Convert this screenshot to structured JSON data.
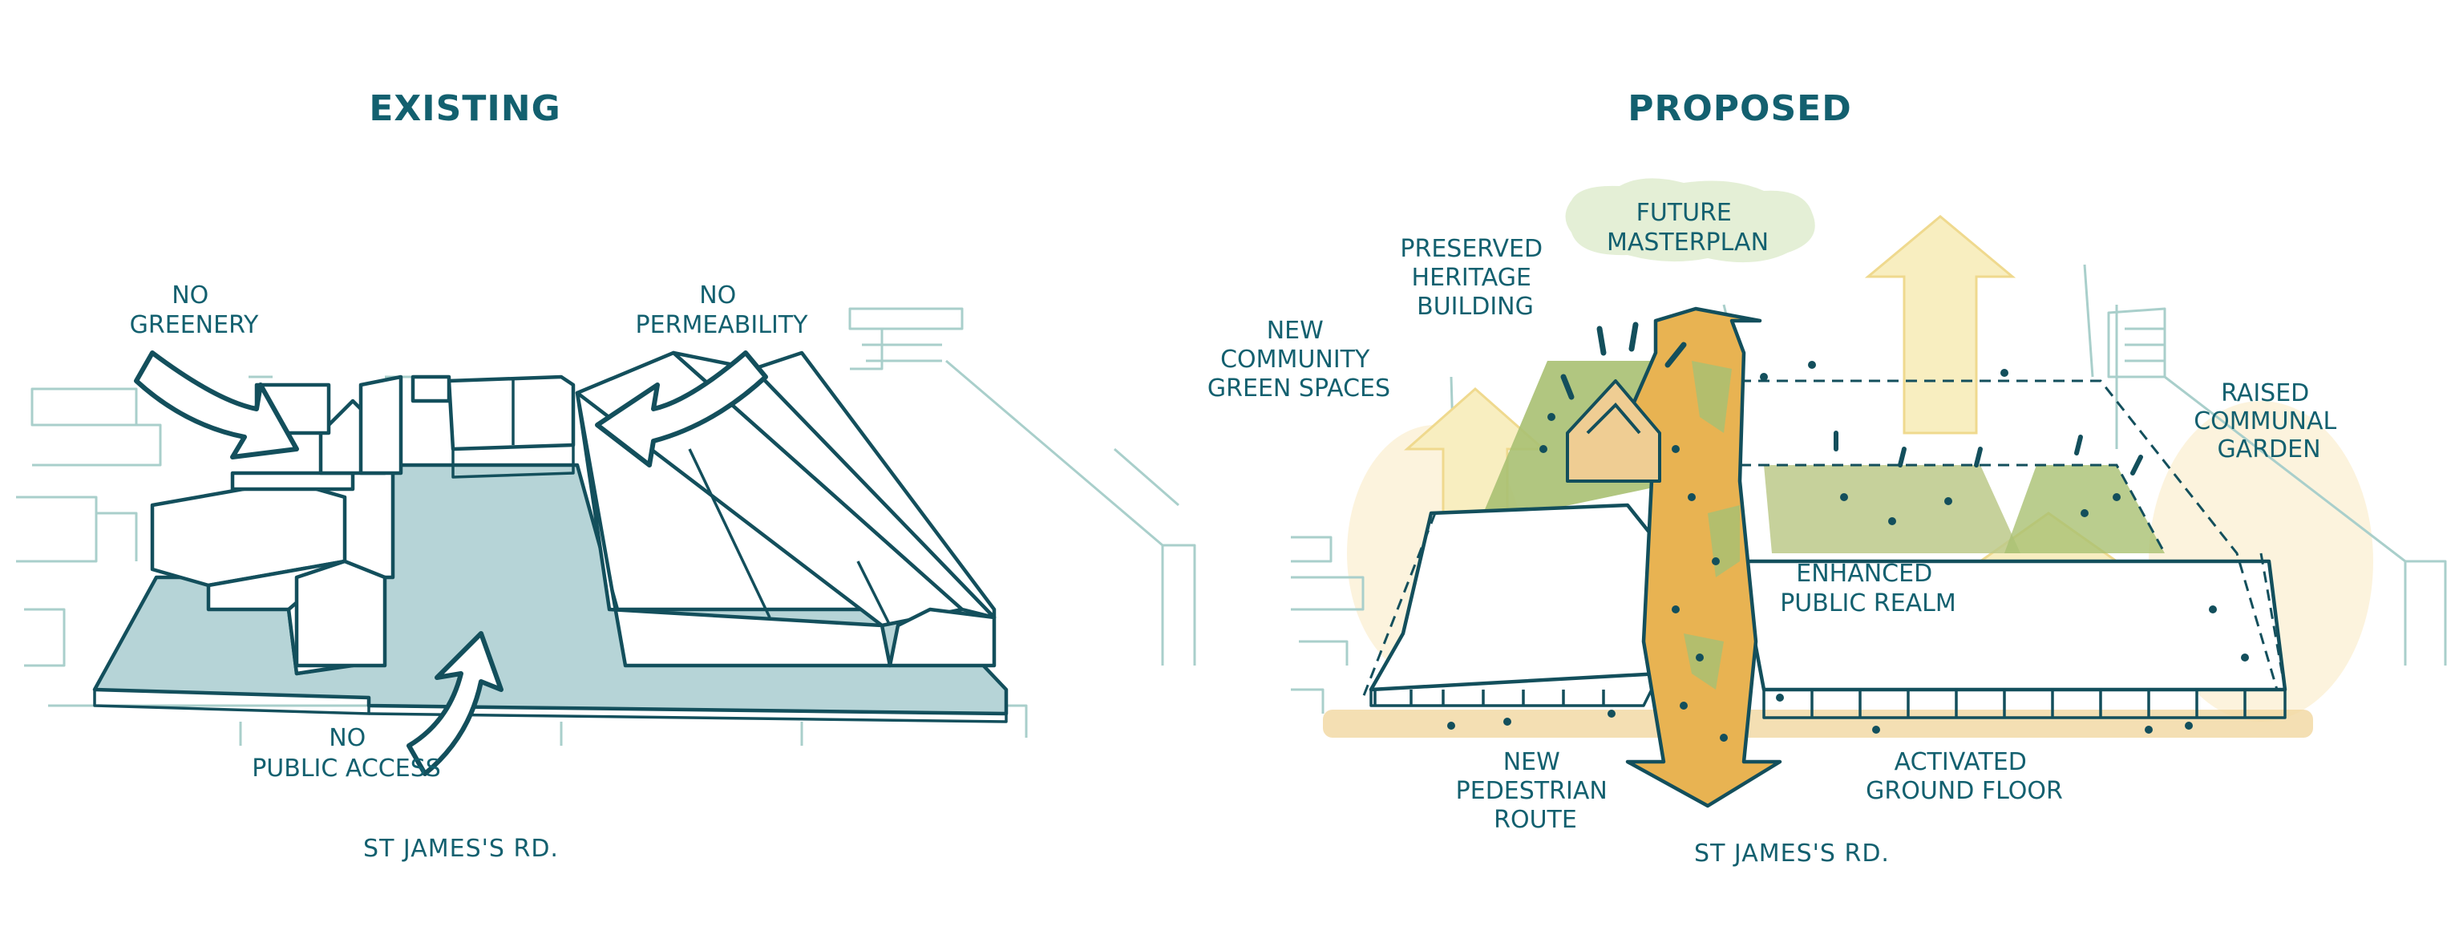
{
  "existing": {
    "title": "EXISTING",
    "labels": {
      "no_greenery": [
        "NO",
        "GREENERY"
      ],
      "no_permeability": [
        "NO",
        "PERMEABILITY"
      ],
      "no_public_access": [
        "NO",
        "PUBLIC ACCESS"
      ]
    },
    "street": "ST JAMES'S RD."
  },
  "proposed": {
    "title": "PROPOSED",
    "labels": {
      "future_masterplan": [
        "FUTURE",
        "MASTERPLAN"
      ],
      "preserved_heritage": [
        "PRESERVED",
        "HERITAGE",
        "BUILDING"
      ],
      "community_green": [
        "NEW",
        "COMMUNITY",
        "GREEN SPACES"
      ],
      "raised_garden": [
        "RAISED",
        "COMMUNAL",
        "GARDEN"
      ],
      "enhanced_realm": [
        "ENHANCED",
        "PUBLIC REALM"
      ],
      "pedestrian_route": [
        "NEW",
        "PEDESTRIAN",
        "ROUTE"
      ],
      "activated_ground": [
        "ACTIVATED",
        "GROUND FLOOR"
      ]
    },
    "street": "ST JAMES'S RD."
  },
  "colors": {
    "ink": "#134f5c",
    "label": "#13606f",
    "site_blue": "#b6d4d7",
    "context_line": "#a9cfcb",
    "route_orange": "#e8b352",
    "green": "#a9c072",
    "pale_yellow": "#f8eec0",
    "cloud_green": "#e4efd6"
  }
}
